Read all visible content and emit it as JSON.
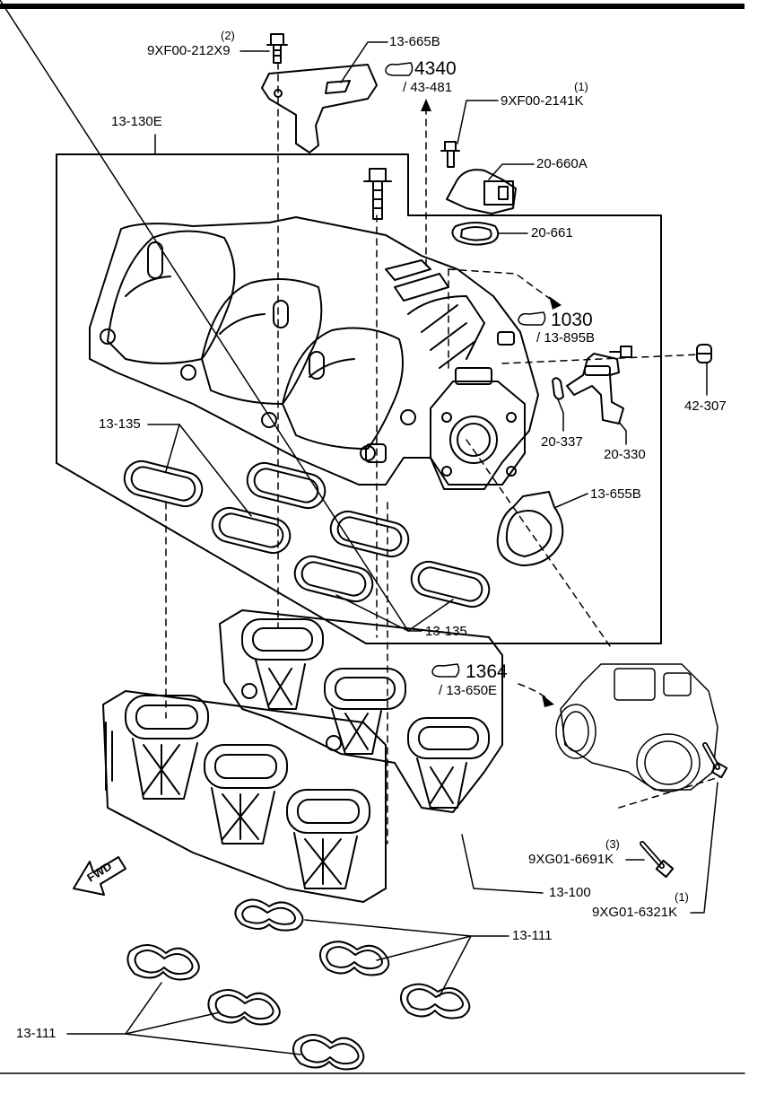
{
  "parts": {
    "bolt_top_qty": "(2)",
    "bolt_top": "9XF00-212X9",
    "bracket": "13-665B",
    "ref_4340": "4340",
    "ref_4340_sub": "/ 43-481",
    "sensor_bolt_qty": "(1)",
    "sensor_bolt": "9XF00-2141K",
    "sensor": "20-660A",
    "sensor_gasket": "20-661",
    "upper_manifold": "13-130E",
    "ref_1030": "1030",
    "ref_1030_sub": "/ 13-895B",
    "cap": "42-307",
    "oring": "20-337",
    "valve": "20-330",
    "gasket_upper_left": "13-135",
    "tb_gasket": "13-655B",
    "gasket_upper_bottom": "13-135",
    "ref_1364": "1364",
    "ref_1364_sub": "/ 13-650E",
    "tb_bolt_qty": "(3)",
    "tb_bolt": "9XG01-6691K",
    "lower_manifold": "13-100",
    "tb_stud_qty": "(1)",
    "tb_stud": "9XG01-6321K",
    "gasket_lower_right": "13-111",
    "gasket_lower_left": "13-111",
    "fwd": "FWD"
  },
  "icons": {
    "reference": "book-pointer-icon",
    "direction": "fwd-arrow-icon"
  },
  "colors": {
    "line": "#000000",
    "background": "#ffffff"
  }
}
